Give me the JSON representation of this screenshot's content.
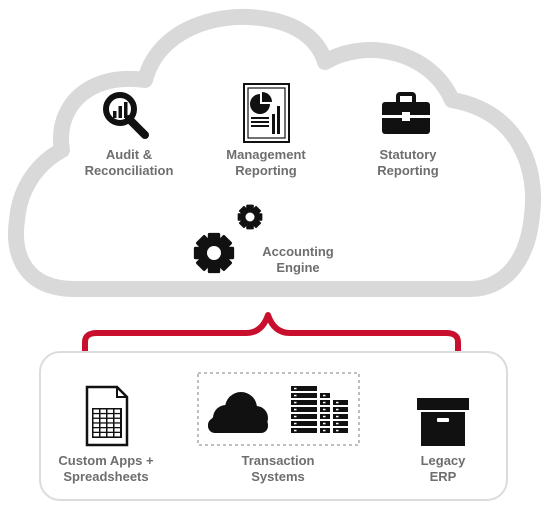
{
  "colors": {
    "cloud_outline": "#d9d9d9",
    "bracket": "#c8102e",
    "box_border": "#dcdcdc",
    "dashed_border": "#9a9a9a",
    "icon": "#111111",
    "label_text": "#6e6e6e"
  },
  "cloud": {
    "audit": {
      "icon": "magnifier-chart-icon",
      "line1": "Audit &",
      "line2": "Reconciliation"
    },
    "management": {
      "icon": "report-document-icon",
      "line1": "Management",
      "line2": "Reporting"
    },
    "statutory": {
      "icon": "briefcase-icon",
      "line1": "Statutory",
      "line2": "Reporting"
    },
    "engine": {
      "icon": "gears-icon",
      "line1": "Accounting",
      "line2": "Engine"
    }
  },
  "sources": {
    "custom_apps": {
      "icon": "spreadsheet-document-icon",
      "line1": "Custom Apps +",
      "line2": "Spreadsheets"
    },
    "transaction": {
      "icons": [
        "cloud-icon",
        "server-rack-icon"
      ],
      "line1": "Transaction",
      "line2": "Systems"
    },
    "legacy": {
      "icon": "archive-box-icon",
      "line1": "Legacy",
      "line2": "ERP"
    }
  }
}
